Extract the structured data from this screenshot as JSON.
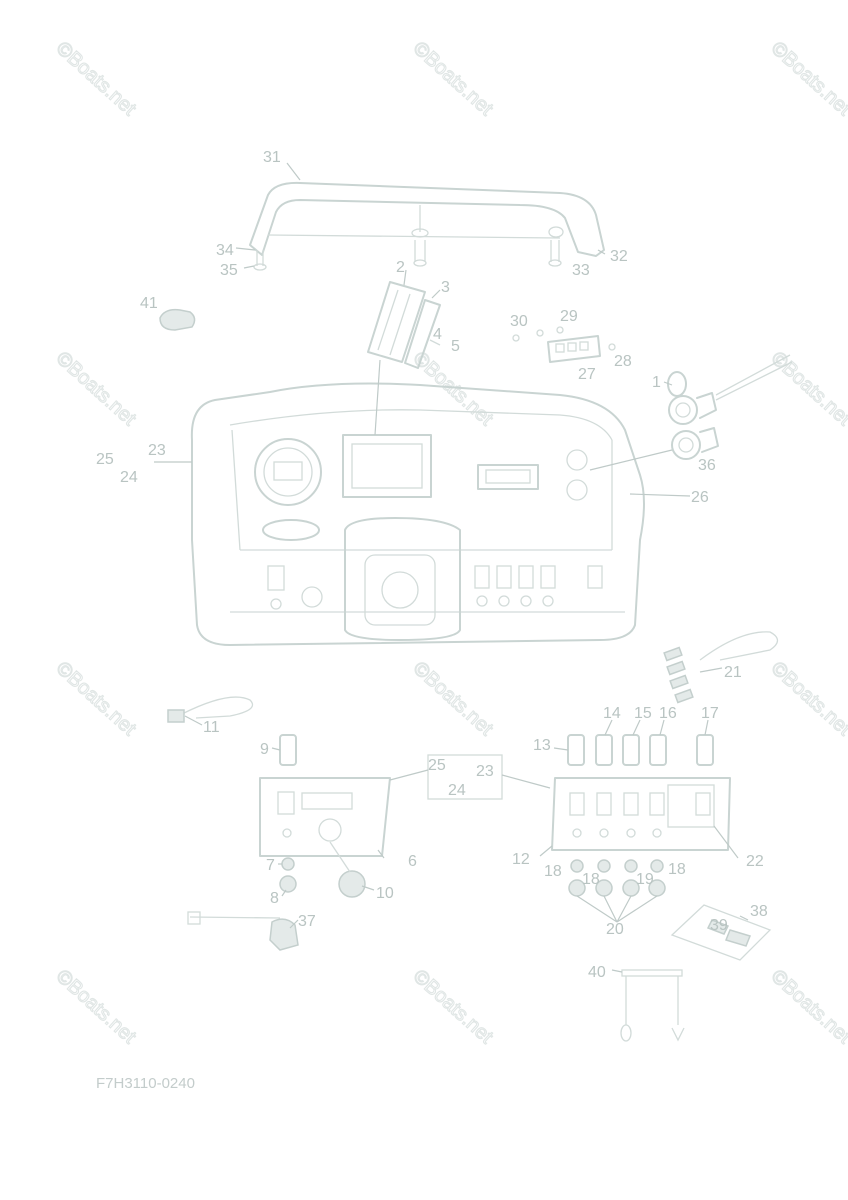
{
  "watermark": "©Boats.net",
  "diagram_code": "F7H3110-0240",
  "callouts": {
    "c1": "1",
    "c2": "2",
    "c3": "3",
    "c4": "4",
    "c5": "5",
    "c6": "6",
    "c7": "7",
    "c8": "8",
    "c9": "9",
    "c10": "10",
    "c11": "11",
    "c12": "12",
    "c13": "13",
    "c14": "14",
    "c15": "15",
    "c16": "16",
    "c17": "17",
    "c18": "18",
    "c19": "19",
    "c20": "20",
    "c21": "21",
    "c22": "22",
    "c23": "23",
    "c24": "24",
    "c25": "25",
    "c26": "26",
    "c27": "27",
    "c28": "28",
    "c29": "29",
    "c30": "30",
    "c31": "31",
    "c32": "32",
    "c33": "33",
    "c34": "34",
    "c35": "35",
    "c36": "36",
    "c37": "37",
    "c38": "38",
    "c39": "39",
    "c40": "40",
    "c41": "41"
  }
}
